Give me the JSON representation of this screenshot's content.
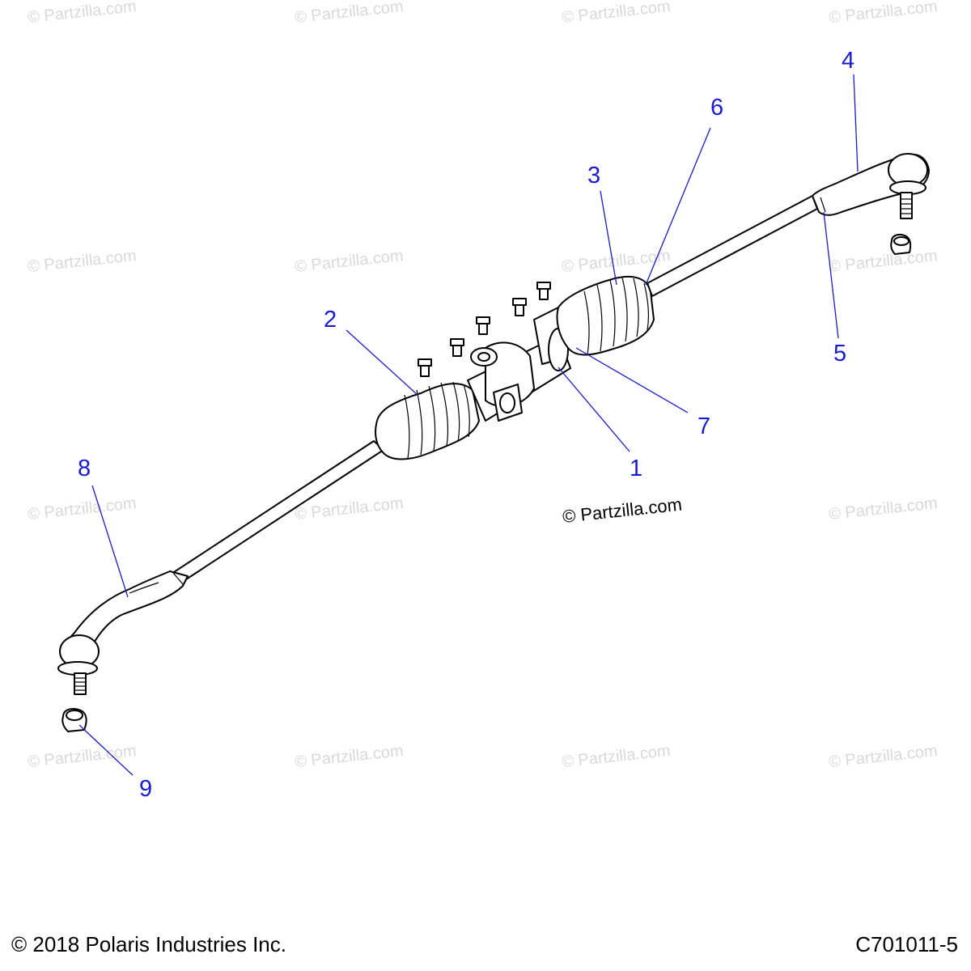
{
  "watermark": "© Partzilla.com",
  "center_watermark": "© Partzilla.com",
  "callouts": [
    {
      "id": "1",
      "label": "1"
    },
    {
      "id": "2",
      "label": "2"
    },
    {
      "id": "3",
      "label": "3"
    },
    {
      "id": "4",
      "label": "4"
    },
    {
      "id": "5",
      "label": "5"
    },
    {
      "id": "6",
      "label": "6"
    },
    {
      "id": "7",
      "label": "7"
    },
    {
      "id": "8",
      "label": "8"
    },
    {
      "id": "9",
      "label": "9"
    }
  ],
  "footer": {
    "copyright": "© 2018 Polaris Industries Inc.",
    "diagram_code": "C701011-5"
  },
  "colors": {
    "callout": "#1a1ad6",
    "watermark": "#d9d9d9",
    "line": "#000000"
  }
}
